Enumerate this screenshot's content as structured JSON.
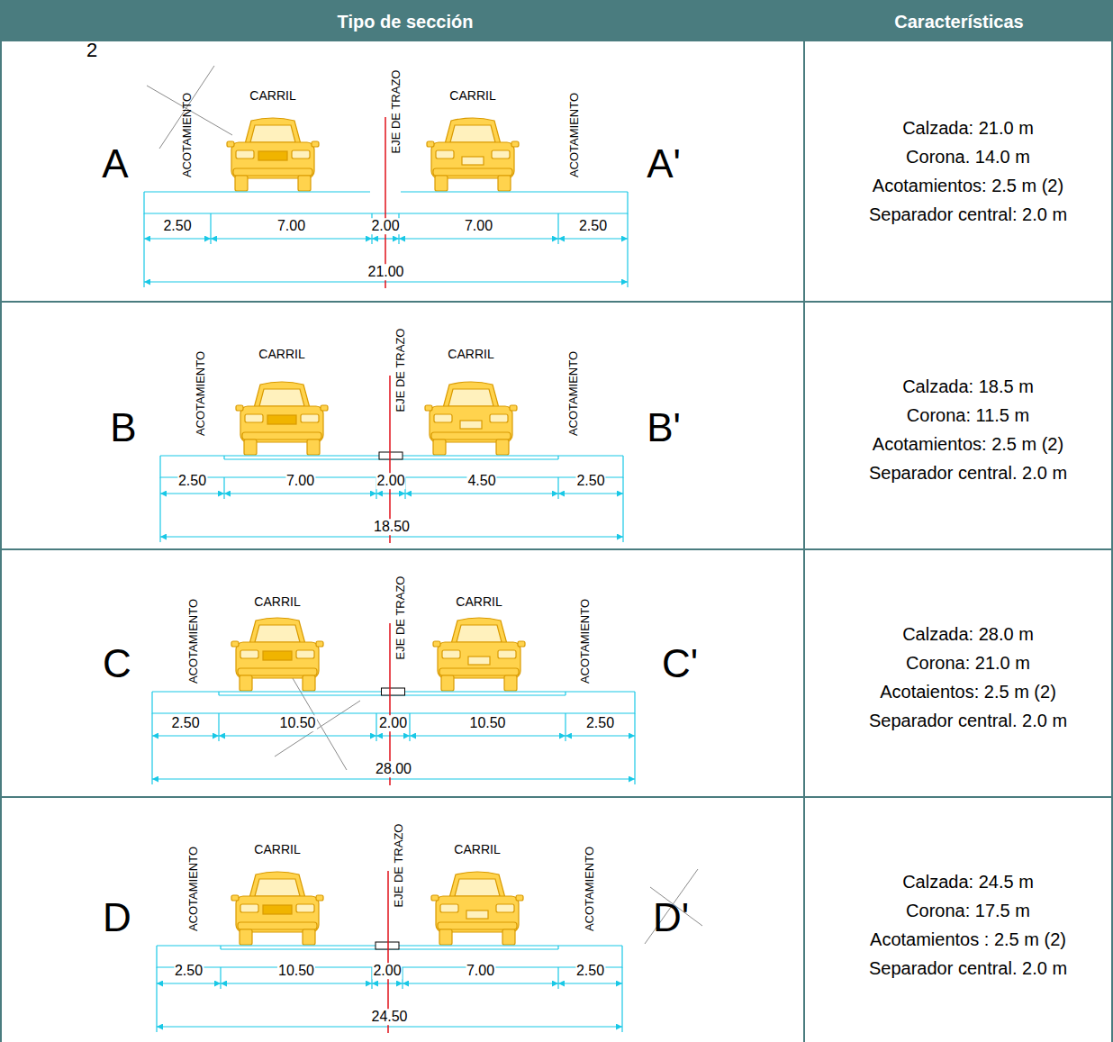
{
  "diagram": {
    "labels": [
      "Tipo de sección",
      "Características",
      "2",
      "A",
      "ACOTAMIENTO",
      "CARRIL",
      "EJE DE TRAZO",
      "CARRIL",
      "ACOTAMIENTO",
      "A'",
      "2.50",
      "7.00",
      "2.00",
      "7.00",
      "2.50",
      "21.00",
      "Calzada: 21.0 m",
      "Corona. 14.0 m",
      "Acotamientos: 2.5 m (2)",
      "Separador central: 2.0 m",
      "B",
      "ACOTAMIENTO",
      "CARRIL",
      "EJE DE TRAZO",
      "CARRIL",
      "ACOTAMIENTO",
      "B'",
      "2.50",
      "7.00",
      "2.00",
      "4.50",
      "2.50",
      "18.50",
      "Calzada: 18.5 m",
      "Corona: 11.5 m",
      "Acotamientos: 2.5 m (2)",
      "Separador central. 2.0 m",
      "C",
      "ACOTAMIENTO",
      "CARRIL",
      "EJE DE TRAZO",
      "CARRIL",
      "ACOTAMIENTO",
      "C'",
      "2.50",
      "10.50",
      "2.00",
      "10.50",
      "2.50",
      "28.00",
      "Calzada: 28.0 m",
      "Corona: 21.0 m",
      "Acotaientos: 2.5 m (2)",
      "Separador central. 2.0 m",
      "D",
      "ACOTAMIENTO",
      "CARRIL",
      "EJE DE TRAZO",
      "CARRIL",
      "ACOTAMIENTO",
      "D'",
      "2.50",
      "10.50",
      "2.00",
      "7.00",
      "2.50",
      "24.50",
      "Calzada: 24.5 m",
      "Corona: 17.5 m",
      "Acotamientos : 2.5 m (2)",
      "Separador central. 2.0 m"
    ]
  }
}
